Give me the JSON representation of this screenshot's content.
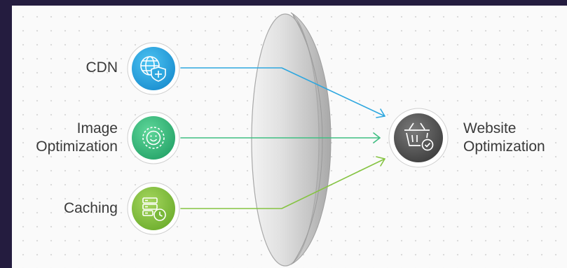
{
  "inputs": [
    {
      "id": "cdn",
      "lines": [
        "CDN"
      ],
      "icon": "globe-shield-icon",
      "color": "#2ea7df"
    },
    {
      "id": "image-optimization",
      "lines": [
        "Image",
        "Optimization"
      ],
      "icon": "smiley-face-icon",
      "color": "#3fbf82"
    },
    {
      "id": "caching",
      "lines": [
        "Caching"
      ],
      "icon": "server-clock-icon",
      "color": "#86c443"
    }
  ],
  "output": {
    "lines": [
      "Website",
      "Optimization"
    ],
    "icon": "basket-check-icon",
    "color": "#5f5f5f"
  },
  "lens": {
    "icon": "lens-shape",
    "color": "#d6d6d6"
  },
  "colors": {
    "background": "#241c3f",
    "panel": "#fafafa",
    "text": "#3a3a3a"
  }
}
